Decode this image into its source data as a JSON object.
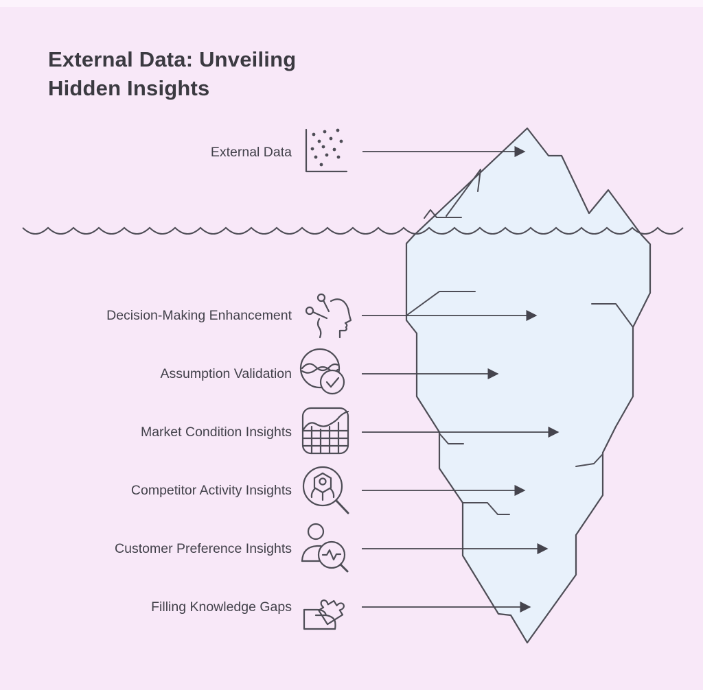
{
  "title": {
    "line1": "External Data: Unveiling",
    "line2": "Hidden Insights"
  },
  "items": [
    {
      "label": "External Data",
      "icon": "scatter-plot-icon",
      "zone": "above-water"
    },
    {
      "label": "Decision-Making Enhancement",
      "icon": "head-nodes-icon",
      "zone": "below-water"
    },
    {
      "label": "Assumption Validation",
      "icon": "waves-check-icon",
      "zone": "below-water"
    },
    {
      "label": "Market Condition Insights",
      "icon": "chart-grid-icon",
      "zone": "below-water"
    },
    {
      "label": "Competitor Activity Insights",
      "icon": "robot-magnifier-icon",
      "zone": "below-water"
    },
    {
      "label": "Customer Preference Insights",
      "icon": "person-magnifier-icon",
      "zone": "below-water"
    },
    {
      "label": "Filling Knowledge Gaps",
      "icon": "puzzle-hand-icon",
      "zone": "below-water"
    }
  ],
  "colors": {
    "background": "#f8e8f8",
    "iceberg_fill": "#e8f1fb",
    "line": "#4e4d56",
    "arrow": "#45444d",
    "title_text": "#3b3a41",
    "label_text": "#42414a"
  }
}
